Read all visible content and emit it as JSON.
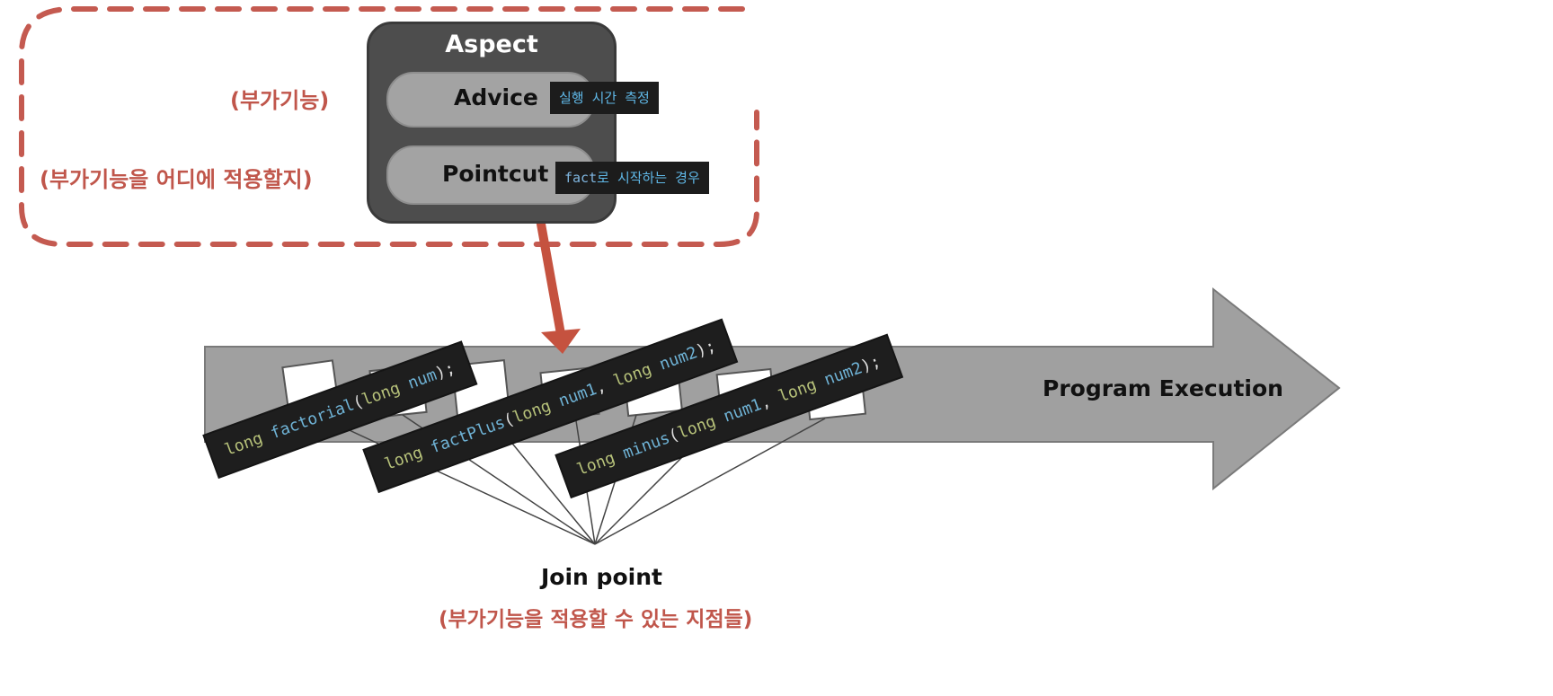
{
  "aspect": {
    "title": "Aspect",
    "advice_label": "Advice",
    "advice_note": "실행 시간 측정",
    "pointcut_label": "Pointcut",
    "pointcut_note_code": "fact",
    "pointcut_note_rest": "로 시작하는 경우"
  },
  "notes": {
    "advice_desc": "(부가기능)",
    "pointcut_desc": "(부가기능을 어디에 적용할지)",
    "join_point": "Join point",
    "join_point_desc": "(부가기능을 적용할 수 있는 지점들)",
    "program_execution": "Program Execution"
  },
  "signatures": [
    {
      "ret": "long",
      "name": "factorial",
      "params": [
        [
          "long",
          "num"
        ]
      ]
    },
    {
      "ret": "long",
      "name": "factPlus",
      "params": [
        [
          "long",
          "num1"
        ],
        [
          "long",
          "num2"
        ]
      ]
    },
    {
      "ret": "long",
      "name": "minus",
      "params": [
        [
          "long",
          "num1"
        ],
        [
          "long",
          "num2"
        ]
      ]
    }
  ],
  "colors": {
    "accent_red": "#c0564b",
    "arrow_gray": "#a0a0a0",
    "box_dark": "#4d4d4d",
    "code_bg": "#1e1e1e"
  }
}
